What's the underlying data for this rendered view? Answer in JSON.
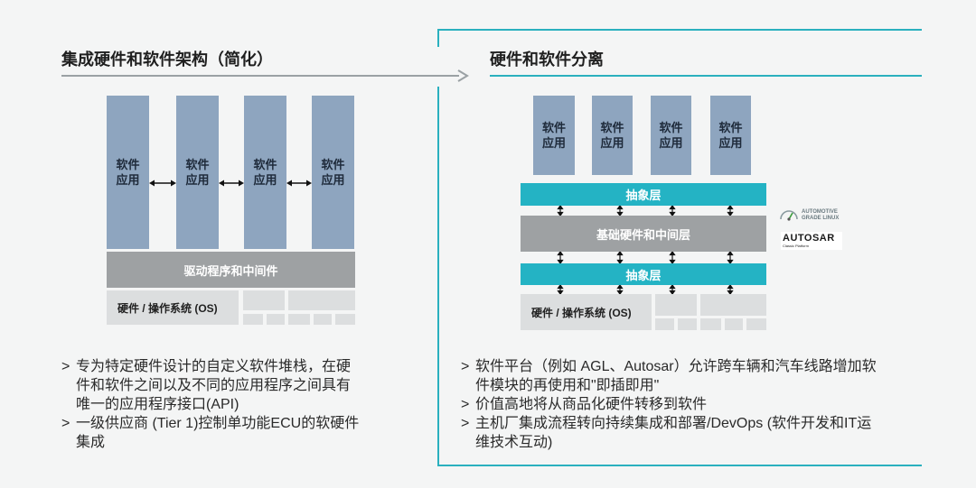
{
  "left": {
    "title": "集成硬件和软件架构（简化）",
    "apps": [
      {
        "line1": "软件",
        "line2": "应用"
      },
      {
        "line1": "软件",
        "line2": "应用"
      },
      {
        "line1": "软件",
        "line2": "应用"
      },
      {
        "line1": "软件",
        "line2": "应用"
      }
    ],
    "driver_bar": "驱动程序和中间件",
    "hardware_os": "硬件 / 操作系统 (OS)",
    "bullets": [
      {
        "marker": ">",
        "lines": [
          "专为特定硬件设计的自定义软件堆栈，在硬",
          "件和软件之间以及不同的应用程序之间具有",
          "唯一的应用程序接口(API)"
        ]
      },
      {
        "marker": ">",
        "lines": [
          "一级供应商 (Tier 1)控制单功能ECU的软硬件",
          "集成"
        ]
      }
    ]
  },
  "right": {
    "title": "硬件和软件分离",
    "apps": [
      {
        "line1": "软件",
        "line2": "应用"
      },
      {
        "line1": "软件",
        "line2": "应用"
      },
      {
        "line1": "软件",
        "line2": "应用"
      },
      {
        "line1": "软件",
        "line2": "应用"
      }
    ],
    "abstraction_top": "抽象层",
    "base_bar": "基础硬件和中间层",
    "abstraction_bottom": "抽象层",
    "hardware_os": "硬件 / 操作系统 (OS)",
    "logos": {
      "agl": [
        "AUTOMOTIVE",
        "GRADE LINUX"
      ],
      "autosar": "AUTOSAR",
      "autosar_sub": "Classic Platform"
    },
    "bullets": [
      {
        "marker": ">",
        "lines": [
          "软件平台（例如 AGL、Autosar）允许跨车辆和汽车线路增加软",
          "件模块的再使用和\"即插即用\""
        ]
      },
      {
        "marker": ">",
        "lines": [
          "价值高地将从商品化硬件转移到软件"
        ]
      },
      {
        "marker": ">",
        "lines": [
          "主机厂集成流程转向持续集成和部署/DevOps (软件开发和IT运",
          "维技术互动)"
        ]
      }
    ]
  },
  "colors": {
    "accent": "#2ab0be",
    "app_block": "#8ea5bf",
    "grey_bar": "#9ea1a3",
    "teal_bar": "#24b3c4",
    "tile": "#dcdedf"
  }
}
